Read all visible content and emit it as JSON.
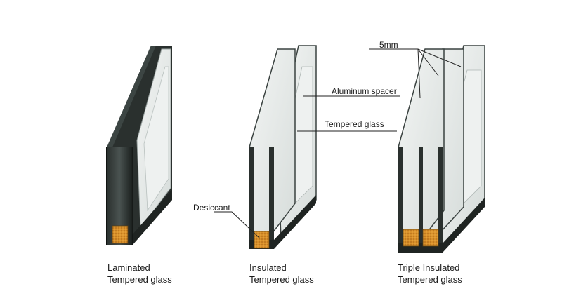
{
  "panels": [
    {
      "id": "laminated",
      "caption_line1": "Laminated",
      "caption_line2": "Tempered glass"
    },
    {
      "id": "insulated",
      "caption_line1": "Insulated",
      "caption_line2": "Tempered glass"
    },
    {
      "id": "triple",
      "caption_line1": "Triple Insulated",
      "caption_line2": "Tempered glass"
    }
  ],
  "callouts": {
    "desiccant": "Desiccant",
    "aluminum_spacer": "Aluminum spacer",
    "tempered_glass": "Tempered glass",
    "thickness": "5mm"
  },
  "colors": {
    "frame": "#1f2422",
    "glass_face": "#e8eceb",
    "glass_edge": "#3a4240",
    "desiccant": "#d8902a",
    "leader": "#222222"
  }
}
